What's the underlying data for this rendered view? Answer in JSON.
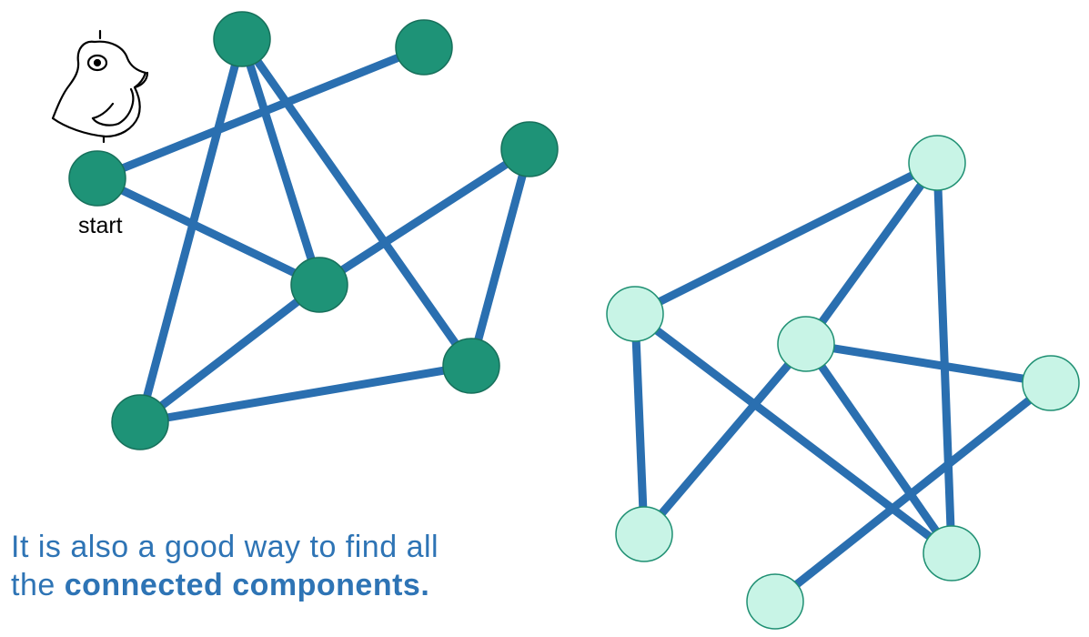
{
  "labels": {
    "start": "start"
  },
  "caption": {
    "line1": "It is also a good way to find all",
    "line2_prefix": "the ",
    "line2_bold": "connected components."
  },
  "colors": {
    "edge": "#2a6fb0",
    "visited_fill": "#1e9377",
    "visited_stroke": "#17705b",
    "unvisited_fill": "#c8f4e6",
    "unvisited_stroke": "#1e8f72",
    "caption": "#2e74b5"
  },
  "icons": {
    "bird": "bird-icon"
  }
}
